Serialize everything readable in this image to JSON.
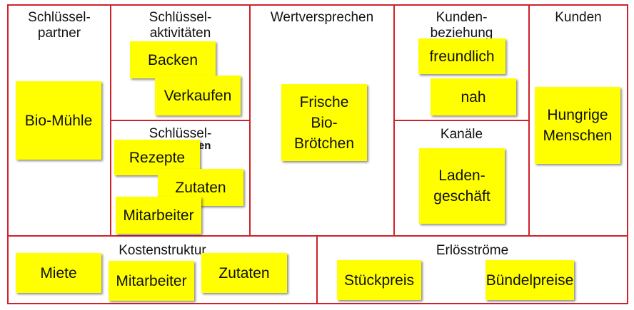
{
  "colors": {
    "border": "#d0212a",
    "note": "#ffff00"
  },
  "sections": {
    "partner": {
      "title": "Schlüssel-\npartner",
      "notes": [
        "Bio-Mühle"
      ]
    },
    "activities": {
      "title": "Schlüssel-\naktivitäten",
      "notes": [
        "Backen",
        "Verkaufen"
      ]
    },
    "resources": {
      "title_line1": "Schlüssel-",
      "title_line2": "Ressourcen",
      "notes": [
        "Rezepte",
        "Zutaten",
        "Mitarbeiter"
      ]
    },
    "value": {
      "title": "Wertversprechen",
      "notes": [
        "Frische\nBio-\nBrötchen"
      ]
    },
    "relationship": {
      "title": "Kunden-\nbeziehung",
      "notes": [
        "freundlich",
        "nah"
      ]
    },
    "channels": {
      "title": "Kanäle",
      "notes": [
        "Laden-\ngeschäft"
      ]
    },
    "customers": {
      "title": "Kunden",
      "notes": [
        "Hungrige\nMenschen"
      ]
    },
    "costs": {
      "title": "Kostenstruktur",
      "notes": [
        "Miete",
        "Mitarbeiter",
        "Zutaten"
      ]
    },
    "revenue": {
      "title": "Erlösströme",
      "notes": [
        "Stückpreis",
        "Bündelpreise"
      ]
    }
  }
}
